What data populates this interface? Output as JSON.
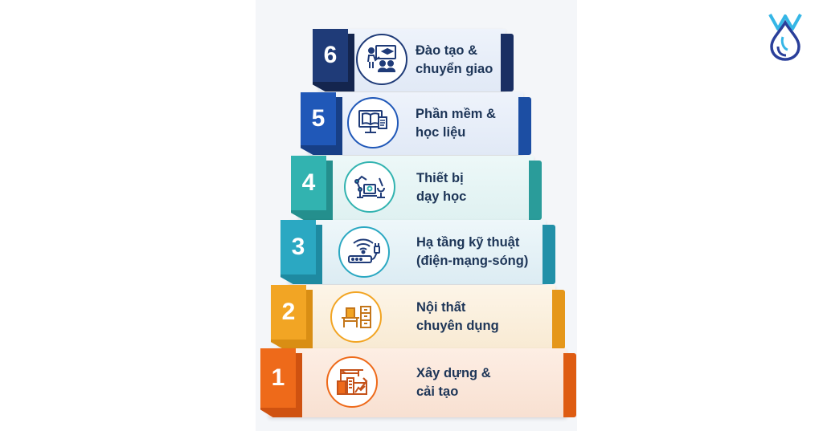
{
  "steps": [
    {
      "number": "6",
      "line1": "Đào tạo &",
      "line2": "chuyển giao",
      "icon": "teacher-training-icon",
      "color": "#1f3b78"
    },
    {
      "number": "5",
      "line1": "Phần mềm &",
      "line2": "học liệu",
      "icon": "monitor-book-icon",
      "color": "#2058b8"
    },
    {
      "number": "4",
      "line1": "Thiết bị",
      "line2": "dạy học",
      "icon": "robot-arm-microscope-icon",
      "color": "#32b3b0"
    },
    {
      "number": "3",
      "line1": "Hạ tầng kỹ thuật",
      "line2": "(điện-mạng-sóng)",
      "icon": "wifi-router-plug-icon",
      "color": "#2ba8c2"
    },
    {
      "number": "2",
      "line1": "Nội thất",
      "line2": "chuyên dụng",
      "icon": "desk-cabinet-icon",
      "color": "#f2a524"
    },
    {
      "number": "1",
      "line1": "Xây dựng &",
      "line2": "cải tạo",
      "icon": "construction-blueprint-icon",
      "color": "#ee6a1a"
    }
  ],
  "logo": {
    "icon": "brand-logo-icon",
    "color": "#2a3f9a"
  }
}
